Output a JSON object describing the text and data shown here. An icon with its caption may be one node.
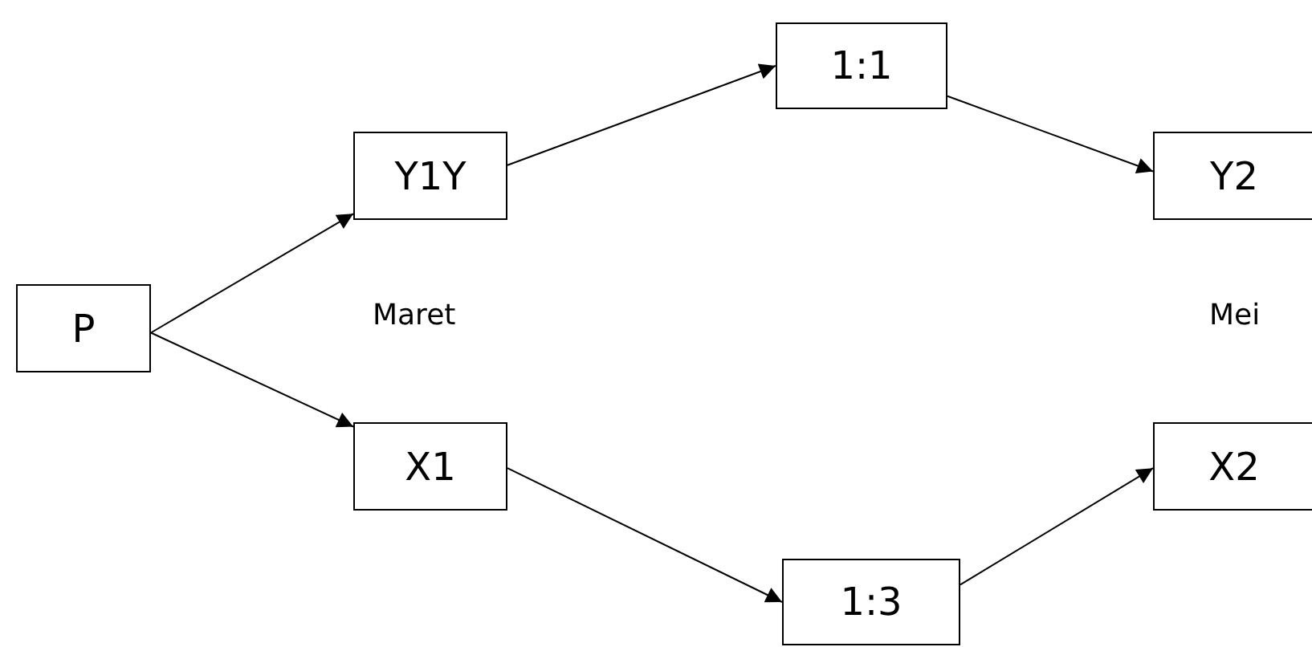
{
  "diagram": {
    "nodes": [
      {
        "text": [
          "P"
        ]
      },
      {
        "text": [
          "Y1Y"
        ]
      },
      {
        "text": [
          "X1"
        ]
      },
      {
        "text": [
          "1:1"
        ]
      },
      {
        "text": [
          "1:3"
        ]
      },
      {
        "text": [
          "Y2"
        ]
      },
      {
        "text": [
          "X2"
        ]
      }
    ],
    "edges": [
      {
        "from": 0,
        "to": 1,
        "arrow": "to"
      },
      {
        "from": 0,
        "to": 2,
        "arrow": "to"
      },
      {
        "from": 1,
        "to": 3,
        "arrow": "to"
      },
      {
        "from": 3,
        "to": 5,
        "arrow": "to"
      },
      {
        "from": 2,
        "to": 4,
        "arrow": "to"
      },
      {
        "from": 4,
        "to": 6,
        "arrow": "to"
      }
    ],
    "labels": [
      "Maret",
      "Mei"
    ]
  }
}
